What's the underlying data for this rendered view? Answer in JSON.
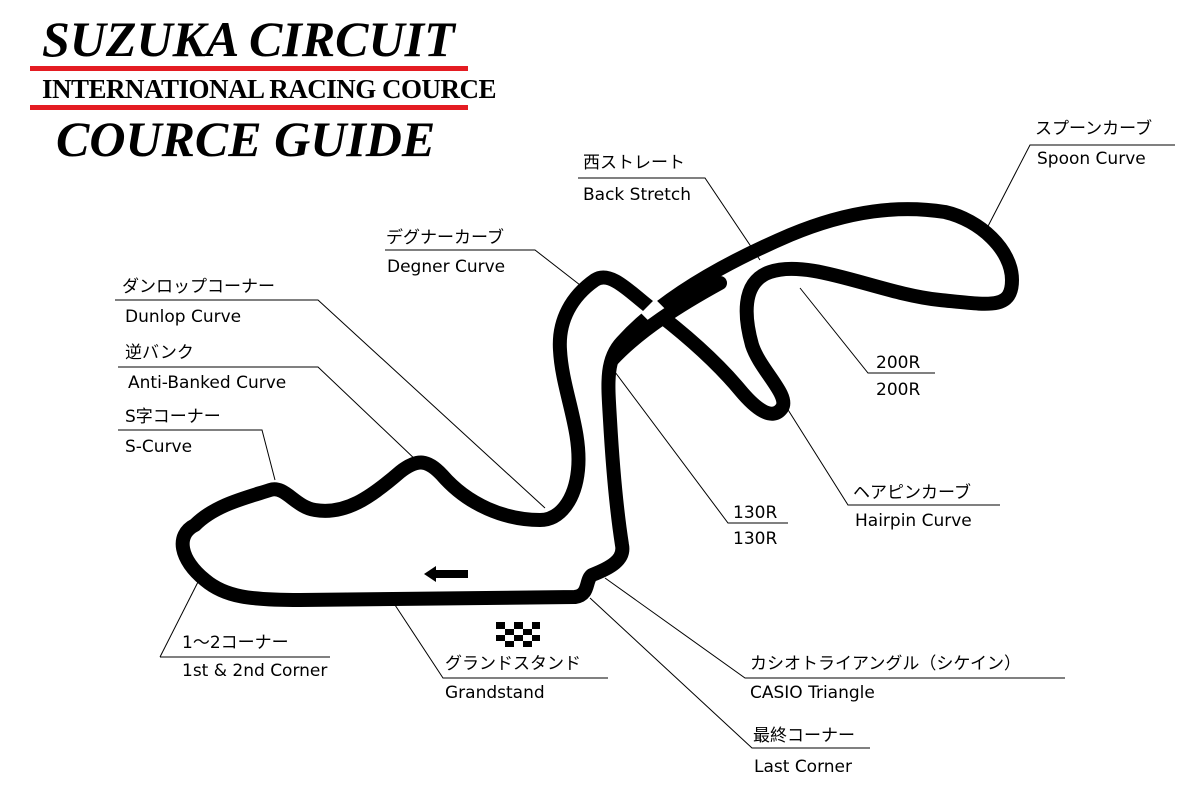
{
  "title": {
    "main": "SUZUKA CIRCUIT",
    "sub": "INTERNATIONAL RACING COURCE",
    "guide": "COURCE GUIDE",
    "accent_color": "#e41c22"
  },
  "labels": {
    "spoon_jp": "スプーンカーブ",
    "spoon_en": "Spoon Curve",
    "back_jp": "西ストレート",
    "back_en": "Back Stretch",
    "degner_jp": "デグナーカーブ",
    "degner_en": "Degner Curve",
    "dunlop_jp": "ダンロップコーナー",
    "dunlop_en": "Dunlop Curve",
    "antibank_jp": "逆バンク",
    "antibank_en": "Anti-Banked Curve",
    "scurve_jp": "S字コーナー",
    "scurve_en": "S-Curve",
    "r200_jp": "200R",
    "r200_en": "200R",
    "hairpin_jp": "ヘアピンカーブ",
    "hairpin_en": "Hairpin Curve",
    "r130_jp": "130R",
    "r130_en": "130R",
    "corner12_jp": "1～2コーナー",
    "corner12_en": "1st & 2nd Corner",
    "grandstand_jp": "グランドスタンド",
    "grandstand_en": "Grandstand",
    "casio_jp": "カシオトライアングル（シケイン）",
    "casio_en": "CASIO Triangle",
    "last_jp": "最終コーナー",
    "last_en": "Last Corner"
  },
  "direction_marker": "direction-arrow-icon",
  "start_finish_marker": "checkered-flag-icon"
}
